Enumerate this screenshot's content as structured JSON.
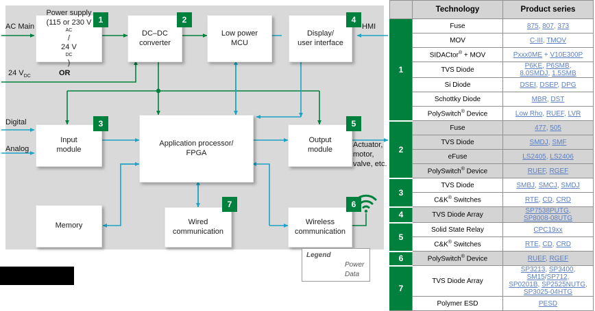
{
  "diagram": {
    "blocks": [
      {
        "id": "power-supply",
        "label": "Power supply\n(115 or 230 VAC/\n24 VDC)",
        "badge": "1"
      },
      {
        "id": "dcdc",
        "label": "DC–DC\nconverter",
        "badge": "2"
      },
      {
        "id": "low-power-mcu",
        "label": "Low power\nMCU",
        "badge": ""
      },
      {
        "id": "display-ui",
        "label": "Display/\nuser interface",
        "badge": "4"
      },
      {
        "id": "input-module",
        "label": "Input\nmodule",
        "badge": "3"
      },
      {
        "id": "app-processor",
        "label": "Application processor/\nFPGA",
        "badge": ""
      },
      {
        "id": "output-module",
        "label": "Output\nmodule",
        "badge": "5"
      },
      {
        "id": "memory",
        "label": "Memory",
        "badge": ""
      },
      {
        "id": "wired-comm",
        "label": "Wired\ncommunication",
        "badge": "7"
      },
      {
        "id": "wireless-comm",
        "label": "Wireless\ncommunication",
        "badge": "6"
      }
    ],
    "block_text": {
      "power_supply_l1": "Power supply",
      "power_supply_l2a": "(115 or 230 V",
      "power_supply_l2b": "AC",
      "power_supply_l2c": "/",
      "power_supply_l3a": "24 V",
      "power_supply_l3b": "DC",
      "power_supply_l3c": ")",
      "dcdc_l1": "DC–DC",
      "dcdc_l2": "converter",
      "mcu_l1": "Low power",
      "mcu_l2": "MCU",
      "display_l1": "Display/",
      "display_l2": "user interface",
      "input_l1": "Input",
      "input_l2": "module",
      "app_l1": "Application processor/",
      "app_l2": "FPGA",
      "output_l1": "Output",
      "output_l2": "module",
      "memory_l1": "Memory",
      "wired_l1": "Wired",
      "wired_l2": "communication",
      "wireless_l1": "Wireless",
      "wireless_l2": "communication"
    },
    "badges": {
      "b1": "1",
      "b2": "2",
      "b3": "3",
      "b4": "4",
      "b5": "5",
      "b6": "6",
      "b7": "7"
    },
    "io_labels": {
      "ac_main": "AC Main",
      "v24_num": "24 V",
      "v24_sub": "DC",
      "or": "OR",
      "hmi": "HMI",
      "digital": "Digital",
      "analog": "Analog",
      "actuator": "Actuator, motor, valve, etc."
    },
    "legend": {
      "title": "Legend",
      "power": "Power",
      "data": "Data"
    },
    "colors": {
      "power": "#00803d",
      "data": "#1aa3c4",
      "badge": "#00803d",
      "canvas": "#d9d9d9",
      "block": "#ffffff"
    },
    "icons": {
      "wireless": "wifi-icon"
    }
  },
  "table": {
    "headers": {
      "corner": "",
      "technology": "Technology",
      "product_series": "Product series"
    },
    "groups": [
      {
        "number": "1",
        "rows": [
          {
            "tech": "Fuse",
            "tech_sup": "",
            "tech_tail": "",
            "shade": "white",
            "products": [
              {
                "t": "875",
                "link": true
              },
              {
                "t": ", ",
                "link": false
              },
              {
                "t": "807",
                "link": true
              },
              {
                "t": ", ",
                "link": false
              },
              {
                "t": "373",
                "link": true
              }
            ]
          },
          {
            "tech": "MOV",
            "tech_sup": "",
            "tech_tail": "",
            "shade": "white",
            "products": [
              {
                "t": "C-III",
                "link": true
              },
              {
                "t": ", ",
                "link": false
              },
              {
                "t": "TMOV",
                "link": true
              }
            ]
          },
          {
            "tech": "SIDACtor",
            "tech_sup": "®",
            "tech_tail": " + MOV",
            "shade": "white",
            "products": [
              {
                "t": "Pxxx0ME",
                "link": true
              },
              {
                "t": " + ",
                "link": false
              },
              {
                "t": "V10E300P",
                "link": true
              }
            ]
          },
          {
            "tech": "TVS Diode",
            "tech_sup": "",
            "tech_tail": "",
            "shade": "white",
            "products": [
              {
                "t": "P6KE",
                "link": true
              },
              {
                "t": ", ",
                "link": false
              },
              {
                "t": "P6SMB",
                "link": true
              },
              {
                "t": ",",
                "link": false
              },
              {
                "t": "\n",
                "link": false
              },
              {
                "t": "8.0SMDJ",
                "link": true
              },
              {
                "t": ", ",
                "link": false
              },
              {
                "t": "1.5SMB",
                "link": true
              }
            ]
          },
          {
            "tech": "Si Diode",
            "tech_sup": "",
            "tech_tail": "",
            "shade": "white",
            "products": [
              {
                "t": "DSEI",
                "link": true
              },
              {
                "t": ", ",
                "link": false
              },
              {
                "t": "DSEP",
                "link": true
              },
              {
                "t": ", ",
                "link": false
              },
              {
                "t": "DPG",
                "link": true
              }
            ]
          },
          {
            "tech": "Schottky Diode",
            "tech_sup": "",
            "tech_tail": "",
            "shade": "white",
            "products": [
              {
                "t": "MBR",
                "link": true
              },
              {
                "t": ", ",
                "link": false
              },
              {
                "t": "DST",
                "link": true
              }
            ]
          },
          {
            "tech": "PolySwitch",
            "tech_sup": "®",
            "tech_tail": " Device",
            "shade": "white",
            "products": [
              {
                "t": "Low Rho",
                "link": true
              },
              {
                "t": ", ",
                "link": false
              },
              {
                "t": "RUEF",
                "link": true
              },
              {
                "t": ", ",
                "link": false
              },
              {
                "t": "LVR",
                "link": true
              }
            ]
          }
        ]
      },
      {
        "number": "2",
        "rows": [
          {
            "tech": "Fuse",
            "tech_sup": "",
            "tech_tail": "",
            "shade": "shade",
            "products": [
              {
                "t": "477",
                "link": true
              },
              {
                "t": ", ",
                "link": false
              },
              {
                "t": "505",
                "link": true
              }
            ]
          },
          {
            "tech": "TVS Diode",
            "tech_sup": "",
            "tech_tail": "",
            "shade": "shade",
            "products": [
              {
                "t": "SMDJ",
                "link": true
              },
              {
                "t": ", ",
                "link": false
              },
              {
                "t": "SMF",
                "link": true
              }
            ]
          },
          {
            "tech": "eFuse",
            "tech_sup": "",
            "tech_tail": "",
            "shade": "shade",
            "products": [
              {
                "t": "LS2405",
                "link": true
              },
              {
                "t": ", ",
                "link": false
              },
              {
                "t": "LS2406",
                "link": true
              }
            ]
          },
          {
            "tech": "PolySwitch",
            "tech_sup": "®",
            "tech_tail": " Device",
            "shade": "shade",
            "products": [
              {
                "t": "RUEF",
                "link": true
              },
              {
                "t": ", ",
                "link": false
              },
              {
                "t": "RGEF",
                "link": true
              }
            ]
          }
        ]
      },
      {
        "number": "3",
        "rows": [
          {
            "tech": "TVS Diode",
            "tech_sup": "",
            "tech_tail": "",
            "shade": "white",
            "products": [
              {
                "t": "SMBJ",
                "link": true
              },
              {
                "t": ", ",
                "link": false
              },
              {
                "t": "SMCJ",
                "link": true
              },
              {
                "t": ", ",
                "link": false
              },
              {
                "t": "SMDJ",
                "link": true
              }
            ]
          },
          {
            "tech": "C&K",
            "tech_sup": "®",
            "tech_tail": " Switches",
            "shade": "white",
            "products": [
              {
                "t": "RTE",
                "link": true
              },
              {
                "t": ", ",
                "link": false
              },
              {
                "t": "CD",
                "link": true
              },
              {
                "t": ", ",
                "link": false
              },
              {
                "t": "CRD",
                "link": true
              }
            ]
          }
        ]
      },
      {
        "number": "4",
        "rows": [
          {
            "tech": "TVS Diode Array",
            "tech_sup": "",
            "tech_tail": "",
            "shade": "shade",
            "products": [
              {
                "t": "SP7538PUTG",
                "link": true
              },
              {
                "t": ",",
                "link": false
              },
              {
                "t": "\n",
                "link": false
              },
              {
                "t": "SP8008-08UTG",
                "link": true
              }
            ]
          }
        ]
      },
      {
        "number": "5",
        "rows": [
          {
            "tech": "Solid State Relay",
            "tech_sup": "",
            "tech_tail": "",
            "shade": "white",
            "products": [
              {
                "t": "CPC19xx",
                "link": true
              }
            ]
          },
          {
            "tech": "C&K",
            "tech_sup": "®",
            "tech_tail": " Switches",
            "shade": "white",
            "products": [
              {
                "t": "RTE",
                "link": true
              },
              {
                "t": ", ",
                "link": false
              },
              {
                "t": "CD",
                "link": true
              },
              {
                "t": ", ",
                "link": false
              },
              {
                "t": "CRD",
                "link": true
              }
            ]
          }
        ]
      },
      {
        "number": "6",
        "rows": [
          {
            "tech": "PolySwitch",
            "tech_sup": "®",
            "tech_tail": " Device",
            "shade": "shade",
            "products": [
              {
                "t": "RUEF",
                "link": true
              },
              {
                "t": ", ",
                "link": false
              },
              {
                "t": "RGEF",
                "link": true
              }
            ]
          }
        ]
      },
      {
        "number": "7",
        "rows": [
          {
            "tech": "TVS Diode Array",
            "tech_sup": "",
            "tech_tail": "",
            "shade": "white",
            "products": [
              {
                "t": "SP3213",
                "link": true
              },
              {
                "t": ", ",
                "link": false
              },
              {
                "t": "SP3400",
                "link": true
              },
              {
                "t": ", ",
                "link": false
              },
              {
                "t": "SM15",
                "link": true
              },
              {
                "t": "/",
                "link": false
              },
              {
                "t": "SP712",
                "link": true
              },
              {
                "t": ",",
                "link": false
              },
              {
                "t": "\n",
                "link": false
              },
              {
                "t": "SP0201B",
                "link": true
              },
              {
                "t": ", ",
                "link": false
              },
              {
                "t": "SP2525NUTG",
                "link": true
              },
              {
                "t": ",",
                "link": false
              },
              {
                "t": "\n",
                "link": false
              },
              {
                "t": "SP3025-04HTG",
                "link": true
              }
            ]
          },
          {
            "tech": "Polymer ESD",
            "tech_sup": "",
            "tech_tail": "",
            "shade": "white",
            "products": [
              {
                "t": "PESD",
                "link": true
              }
            ]
          }
        ]
      }
    ]
  }
}
